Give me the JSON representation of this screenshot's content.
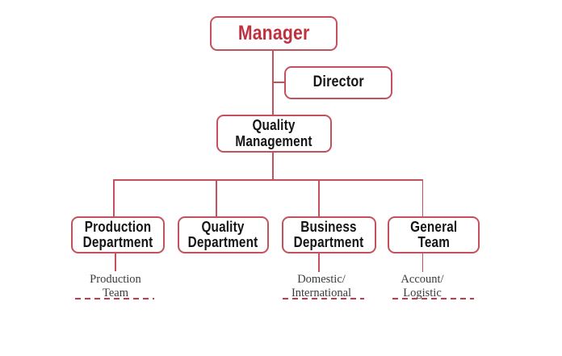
{
  "colors": {
    "accent_red": "#c23b4c",
    "line_red": "#c4515e",
    "node_text": "#141414",
    "manager_text": "#c0313f",
    "sub_label_text": "#3a3a3a",
    "background": "#ffffff"
  },
  "nodes": {
    "manager": {
      "label": "Manager"
    },
    "director": {
      "label": "Director"
    },
    "quality_management": {
      "line1": "Quality",
      "line2": "Management"
    },
    "production_department": {
      "line1": "Production",
      "line2": "Department"
    },
    "quality_department": {
      "line1": "Quality",
      "line2": "Department"
    },
    "business_department": {
      "line1": "Business",
      "line2": "Department"
    },
    "general_team": {
      "line1": "General",
      "line2": "Team"
    }
  },
  "sub_labels": {
    "production_team": {
      "line1": "Production",
      "line2": "Team"
    },
    "domestic_international": {
      "line1": "Domestic/",
      "line2": "International"
    },
    "account_logistic": {
      "line1": "Account/",
      "line2": "Logistic"
    }
  },
  "structure": {
    "root": "Manager",
    "staff_of_root": "Director",
    "middle": "Quality Management",
    "children_of_middle": [
      "Production Department",
      "Quality Department",
      "Business Department",
      "General Team"
    ],
    "teams": {
      "Production Department": "Production Team",
      "Business Department": "Domestic/International",
      "General Team": "Account/Logistic"
    }
  }
}
